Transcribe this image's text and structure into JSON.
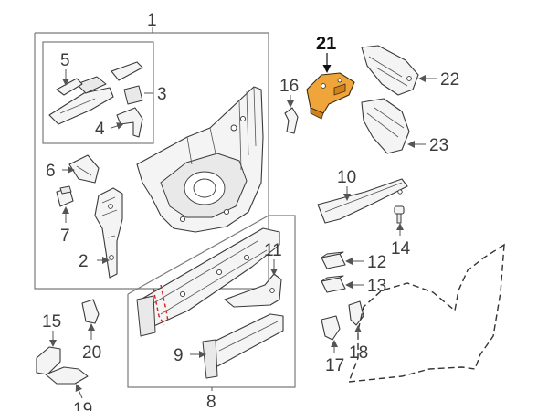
{
  "diagram": {
    "callouts": {
      "c1": "1",
      "c2": "2",
      "c3": "3",
      "c4": "4",
      "c5": "5",
      "c6": "6",
      "c7": "7",
      "c8": "8",
      "c9": "9",
      "c10": "10",
      "c11": "11",
      "c12": "12",
      "c13": "13",
      "c14": "14",
      "c15": "15",
      "c16": "16",
      "c17": "17",
      "c18": "18",
      "c19": "19",
      "c20": "20",
      "c21": "21",
      "c22": "22",
      "c23": "23"
    },
    "highlighted_part": "21",
    "colors": {
      "highlight_fill": "#f0a53a",
      "cut_line": "#e01b1b",
      "outline": "#3a3a3a"
    }
  }
}
